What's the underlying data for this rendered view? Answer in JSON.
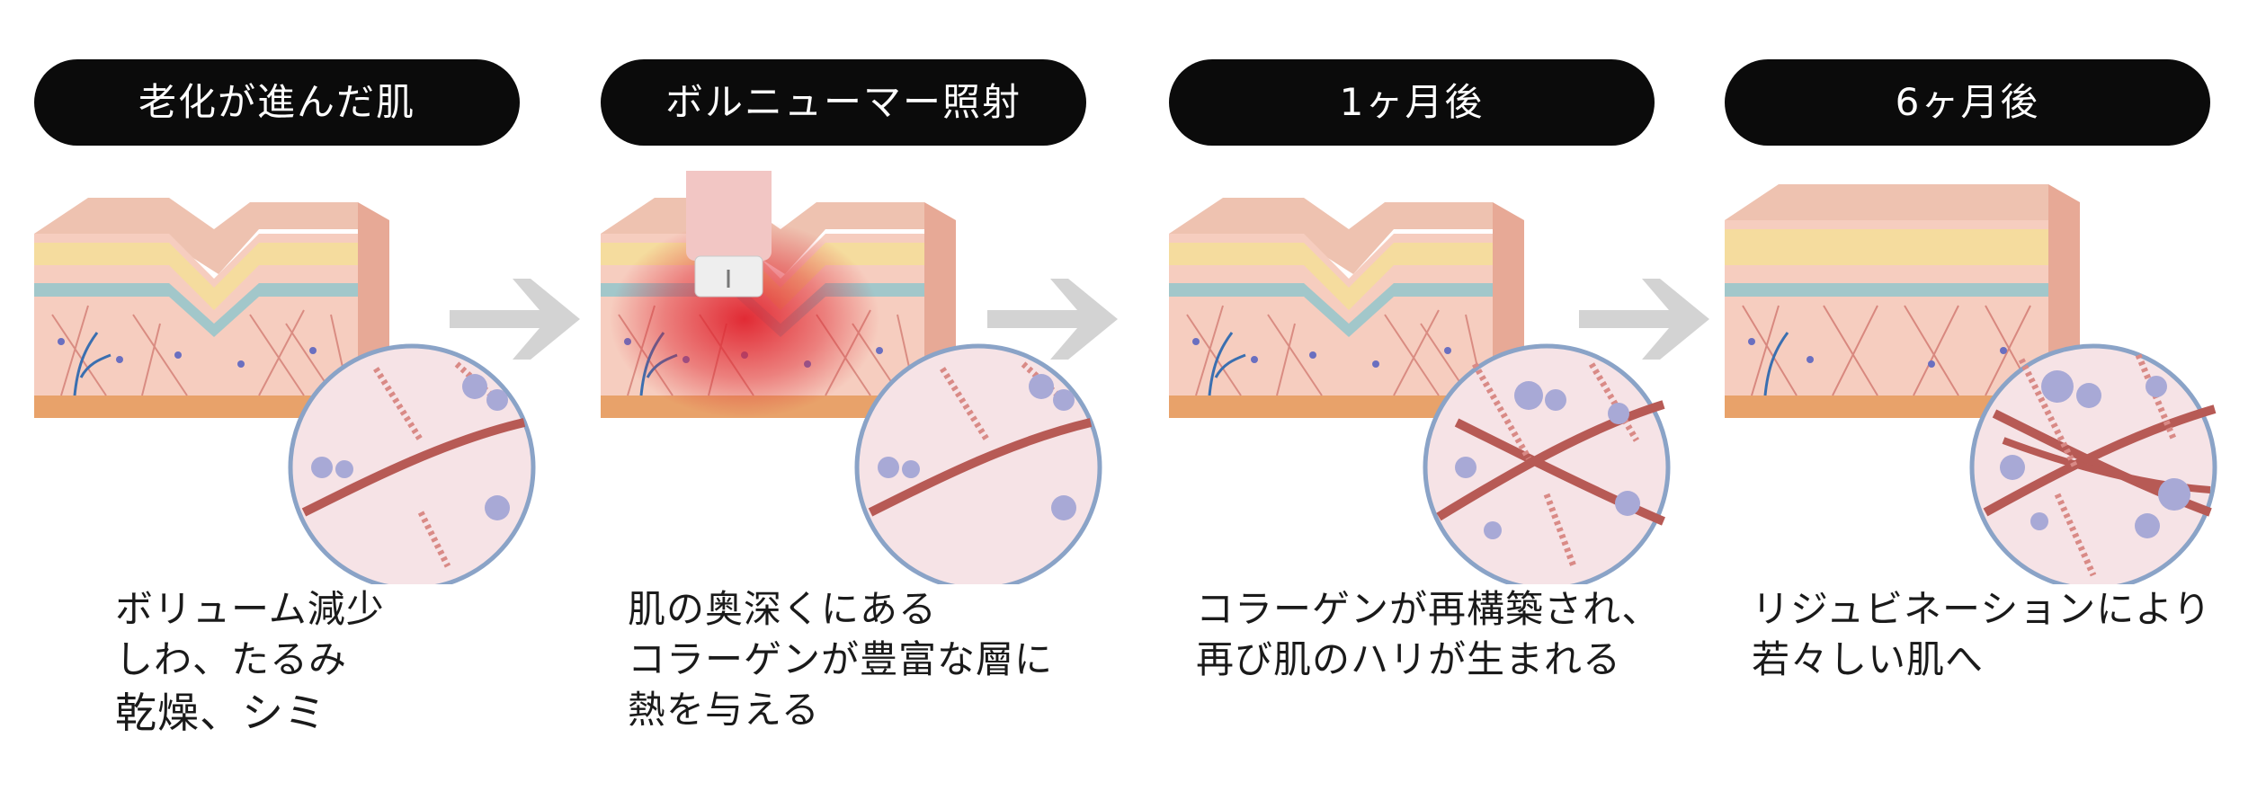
{
  "stages": [
    {
      "title": "老化が進んだ肌",
      "lines": [
        "ボリューム減少",
        "しわ、たるみ",
        "乾燥、シミ"
      ]
    },
    {
      "title": "ボルニューマー照射",
      "lines": [
        "肌の奥深くにある",
        "コラーゲンが豊富な層に",
        "熱を与える"
      ]
    },
    {
      "title": "1ヶ月後",
      "lines": [
        "コラーゲンが再構築され、",
        "再び肌のハリが生まれる"
      ]
    },
    {
      "title": "6ヶ月後",
      "lines": [
        "リジュビネーションにより",
        "若々しい肌へ"
      ]
    }
  ],
  "colors": {
    "pill": "#0b0b0b",
    "arrow": "#d3d3d3",
    "skin_top": "#e9b9a6",
    "fat": "#f3d9a0",
    "collagen": "#b75a55",
    "cell": "#a8a9d6",
    "heat": "#e0222d",
    "device": "#f2c6c4"
  },
  "icons": [
    "arrow-right-icon",
    "rf-device-icon",
    "magnifier-circle"
  ]
}
